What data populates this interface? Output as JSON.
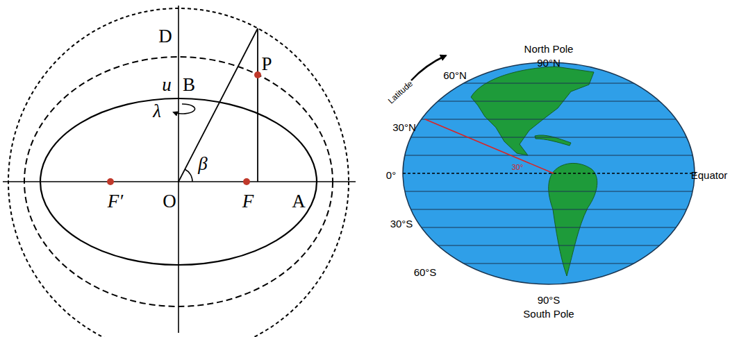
{
  "diagram": {
    "labels": [
      "D",
      "P",
      "u",
      "B",
      "λ",
      "β",
      "F′",
      "O",
      "F",
      "A",
      "North Pole",
      "90°N",
      "60°N",
      "Latitude",
      "30°N",
      "30°",
      "0°",
      "Equator",
      "30°S",
      "60°S",
      "90°S",
      "South Pole"
    ]
  }
}
